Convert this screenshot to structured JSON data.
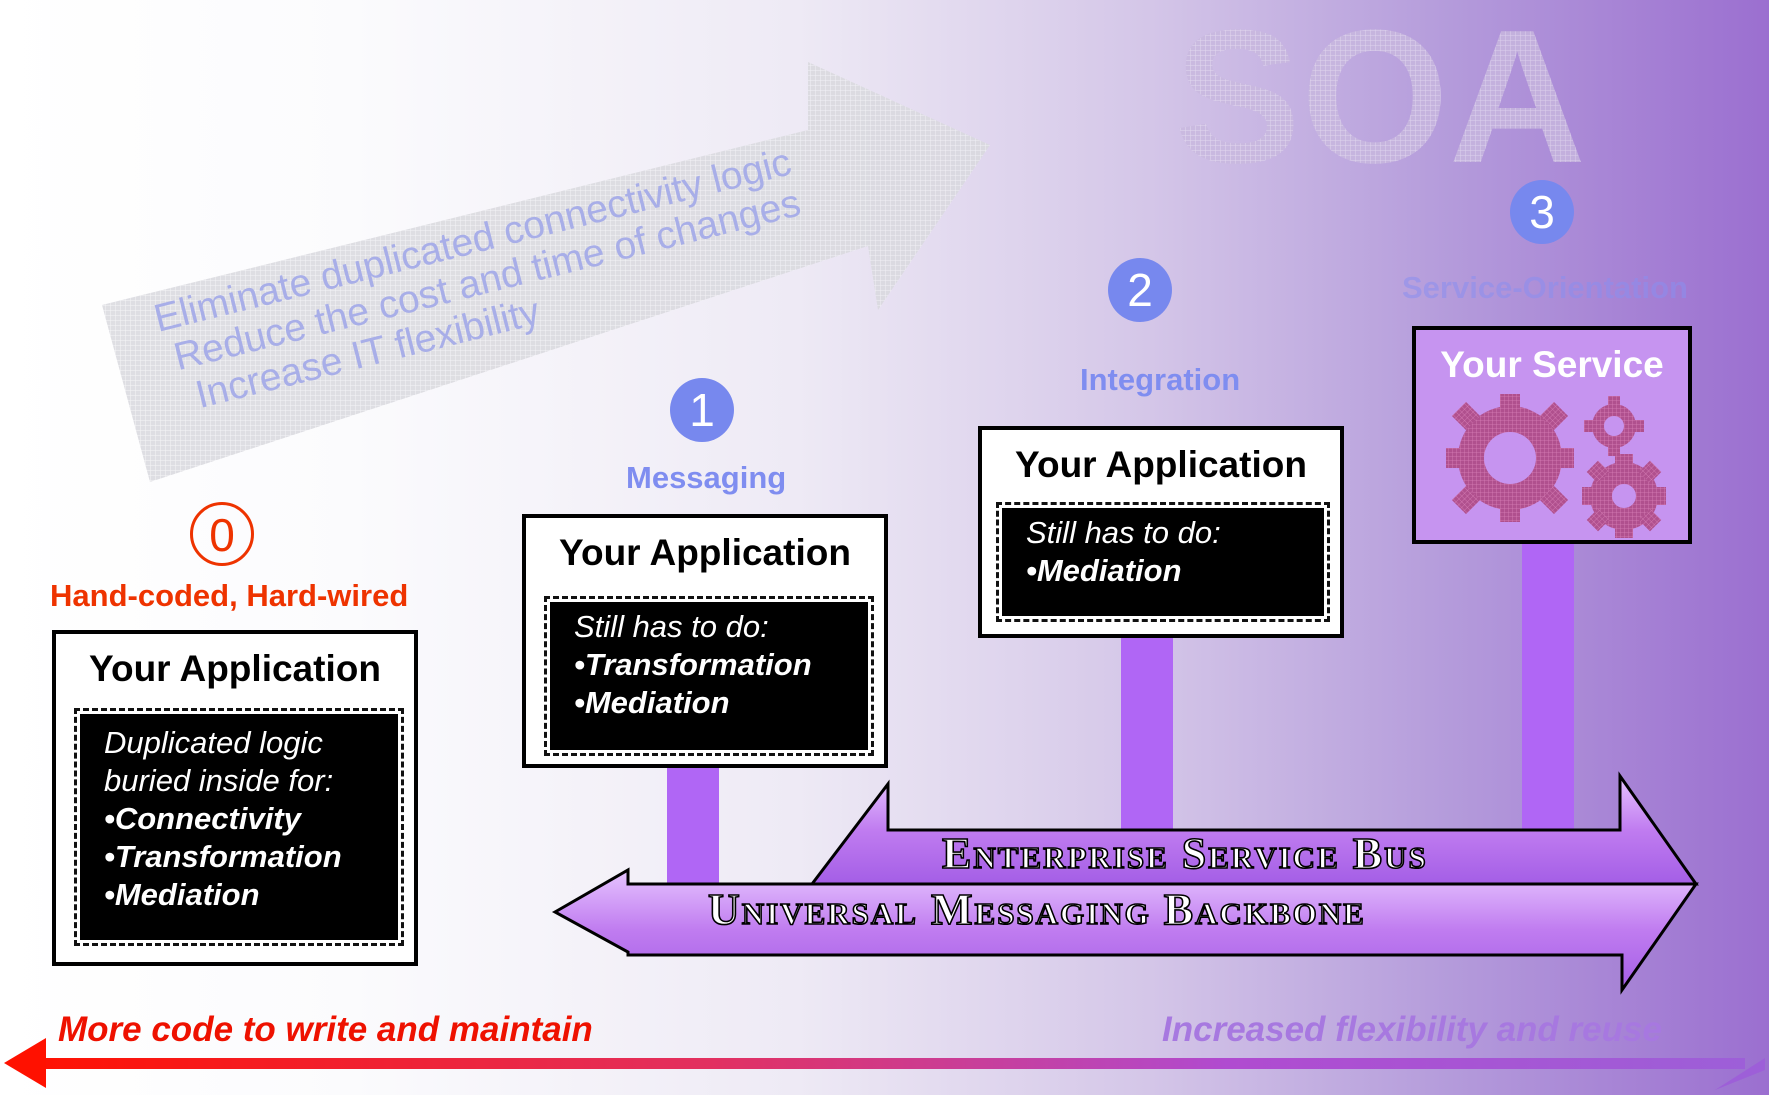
{
  "banner": {
    "watermark": "SOA",
    "arrow_lines": [
      "Eliminate duplicated connectivity logic",
      "Reduce the cost and time of changes",
      "Increase IT flexibility"
    ]
  },
  "stages": [
    {
      "number": "0",
      "label": "Hand-coded, Hard-wired",
      "box_title": "Your Application",
      "box_lines": [
        "Duplicated logic",
        "buried inside for:"
      ],
      "box_items": [
        "•Connectivity",
        "•Transformation",
        "•Mediation"
      ]
    },
    {
      "number": "1",
      "label": "Messaging",
      "box_title": "Your Application",
      "box_lines": [
        "Still has to do:"
      ],
      "box_items": [
        "•Transformation",
        "•Mediation"
      ]
    },
    {
      "number": "2",
      "label": "Integration",
      "box_title": "Your Application",
      "box_lines": [
        "Still has to do:"
      ],
      "box_items": [
        "•Mediation"
      ]
    },
    {
      "number": "3",
      "label": "Service-Orientation",
      "box_title": "Your Service",
      "icon": "gears-icon"
    }
  ],
  "bus_arrows": {
    "esb": "Enterprise Service Bus",
    "backbone": "Universal Messaging Backbone"
  },
  "bottom": {
    "left_caption": "More code to write and maintain",
    "right_caption": "Increased flexibility and reuse"
  },
  "colors": {
    "stage_badge": "#7788ee",
    "stage_zero": "#ee3300",
    "pole": "#b066f5",
    "bus_fill": "#c27ef0"
  }
}
